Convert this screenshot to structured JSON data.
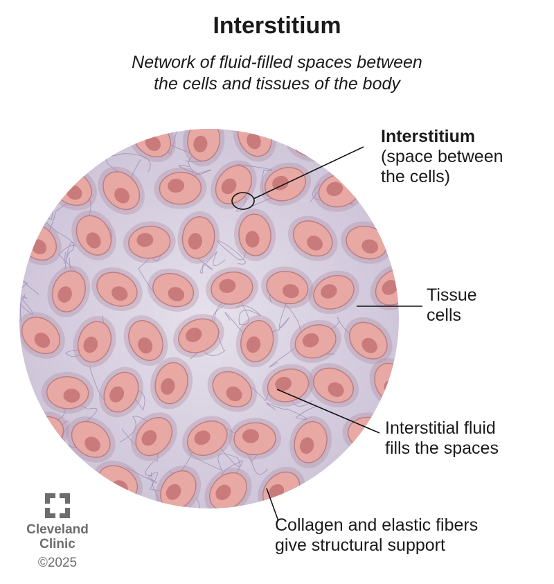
{
  "title": "Interstitium",
  "subtitle_line1": "Network of fluid-filled spaces between",
  "subtitle_line2": "the cells and tissues of the body",
  "labels": {
    "interstitium_title": "Interstitium",
    "interstitium_line1": "(space between",
    "interstitium_line2": "the cells)",
    "tissue_line1": "Tissue",
    "tissue_line2": "cells",
    "fluid_line1": "Interstitial fluid",
    "fluid_line2": "fills the spaces",
    "fibers_line1": "Collagen and elastic fibers",
    "fibers_line2": "give structural support"
  },
  "logo": {
    "line1": "Cleveland",
    "line2": "Clinic",
    "copyright": "©2025"
  },
  "colors": {
    "background": "#d9d3e3",
    "cell": "#e8a8a3",
    "nucleus": "#c97a7a",
    "fiber": "#8c78a8"
  }
}
